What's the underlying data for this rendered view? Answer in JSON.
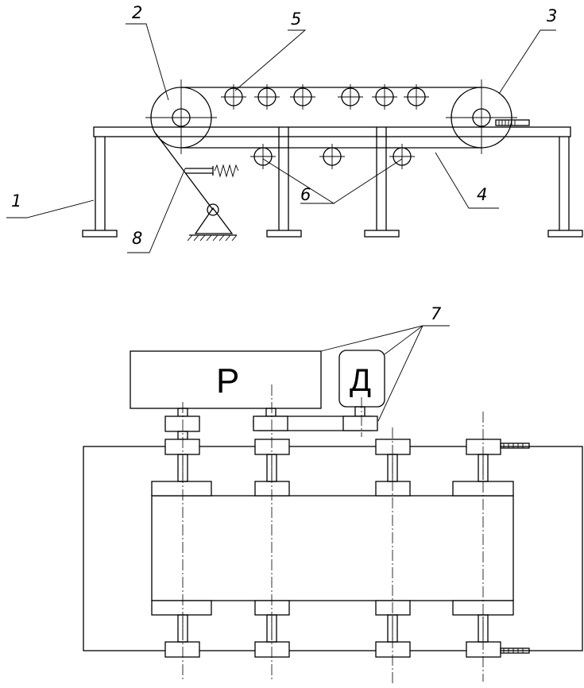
{
  "labels": {
    "frame": "1",
    "drive_pulley": "2",
    "tension_pulley": "3",
    "belt": "4",
    "upper_rollers": "5",
    "lower_rollers": "6",
    "drive_unit": "7",
    "cleaner": "8"
  },
  "blocks": {
    "reducer": "Р",
    "motor": "Д"
  }
}
